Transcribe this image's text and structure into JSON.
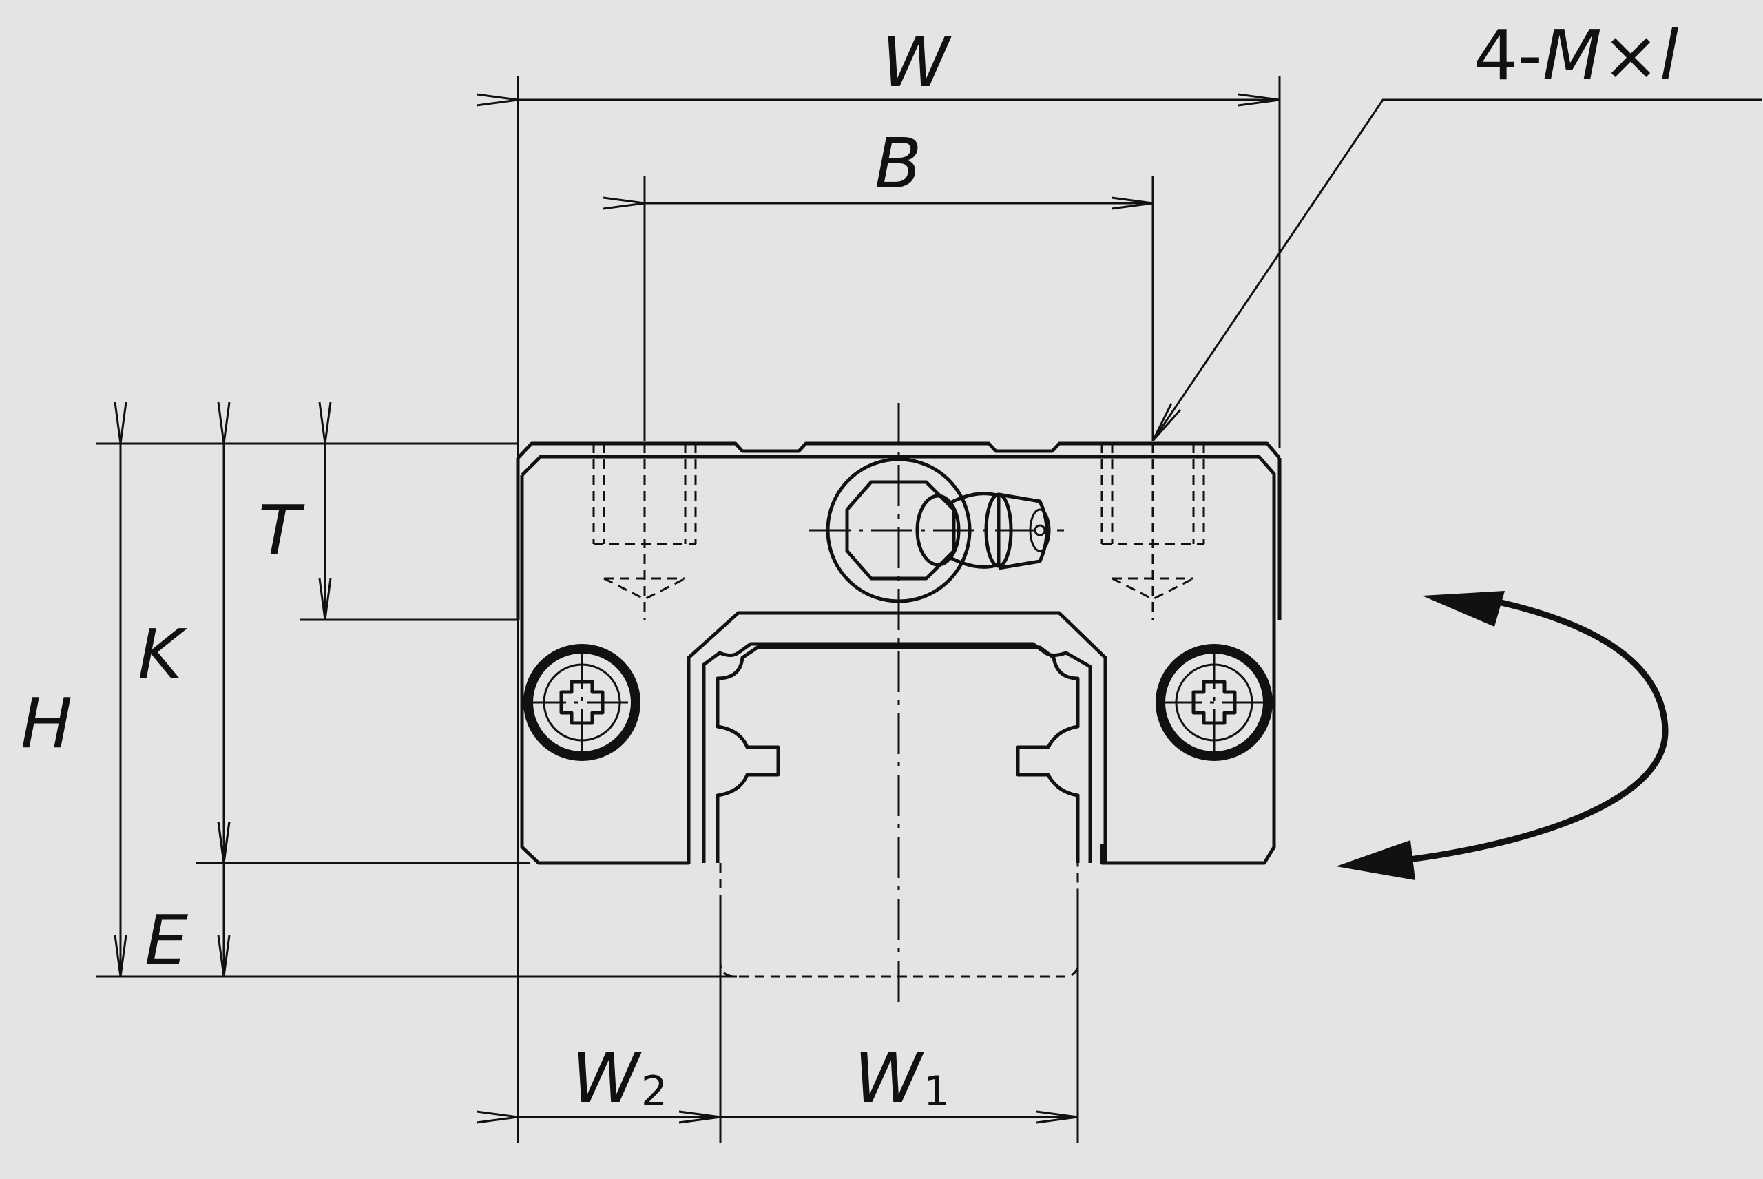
{
  "labels": {
    "W": "W",
    "B": "B",
    "T": "T",
    "K": "K",
    "H": "H",
    "E": "E",
    "W2_main": "W",
    "W2_sub": "2",
    "W1_main": "W",
    "W1_sub": "1",
    "callout_prefix": "4-",
    "callout_M": "M",
    "callout_x": "×",
    "callout_l": "l"
  }
}
